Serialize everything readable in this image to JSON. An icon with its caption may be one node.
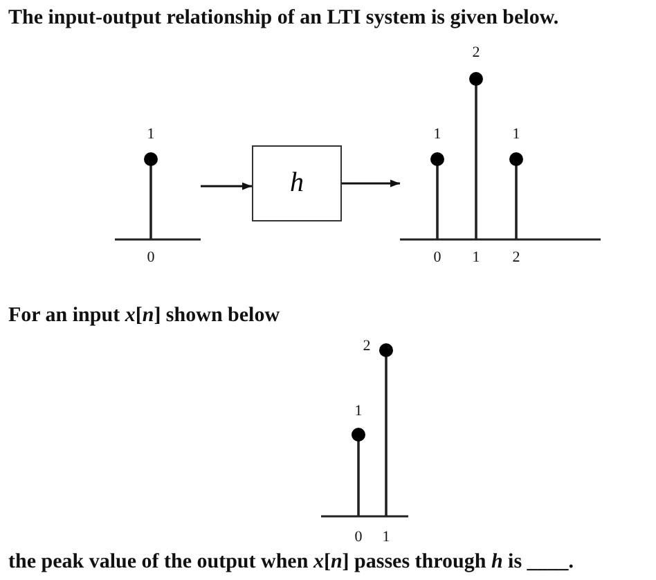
{
  "diagram": {
    "title": "The input-output relationship of an LTI system is given below.",
    "nodes": [
      {
        "text": [],
        "shape": "plot"
      },
      {
        "text": [
          "h"
        ]
      },
      {
        "text": [],
        "shape": "plot"
      }
    ],
    "edges": [
      {
        "from": 0,
        "to": 1,
        "arrow": "to"
      },
      {
        "from": 1,
        "to": 2,
        "arrow": "to"
      }
    ],
    "labels": [
      "2",
      "1",
      "1",
      "1",
      "0",
      "0",
      "1",
      "2",
      "For an input *x*[*n*] shown below",
      "2",
      "1",
      "0",
      "1",
      "the peak value of the output when *x*[*n*] passes through *h* is ____."
    ]
  }
}
